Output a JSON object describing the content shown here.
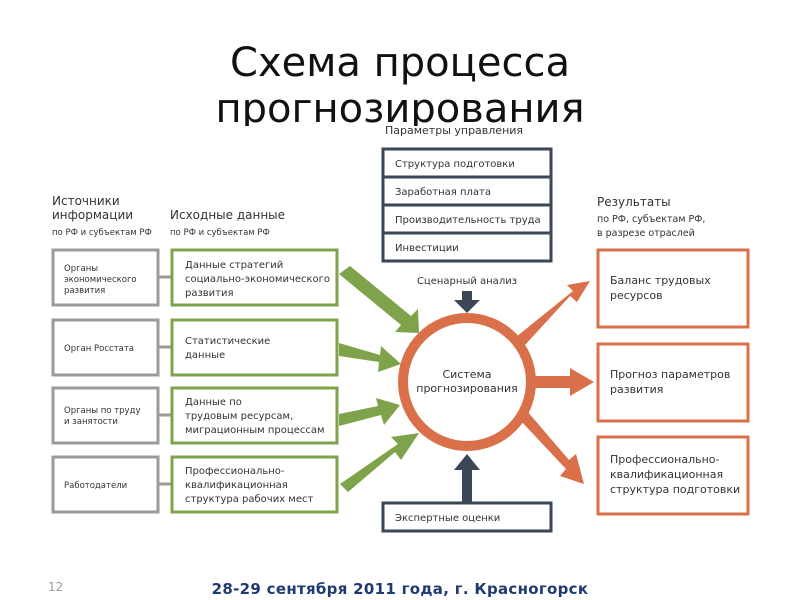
{
  "title": {
    "line1": "Схема процесса",
    "line2": "прогнозирования"
  },
  "sources": {
    "heading1": "Источники",
    "heading2": "информации",
    "sub": "по РФ и субъектам РФ",
    "items": [
      [
        "Органы",
        "экономического",
        "развития"
      ],
      [
        "Орган Росстата"
      ],
      [
        "Органы по труду",
        "и занятости"
      ],
      [
        "Работодатели"
      ]
    ]
  },
  "inputs": {
    "heading": "Исходные данные",
    "sub": "по РФ и субъектам РФ",
    "items": [
      [
        "Данные стратегий",
        "социально-экономического",
        "развития"
      ],
      [
        "Статистические",
        "данные"
      ],
      [
        "Данные по",
        "трудовым ресурсам,",
        "миграционным процессам"
      ],
      [
        "Профессионально-",
        "квалификационная",
        "структура рабочих мест"
      ]
    ]
  },
  "params": {
    "heading": "Параметры управления",
    "items": [
      "Структура подготовки",
      "Заработная плата",
      "Производительность труда",
      "Инвестиции"
    ],
    "scenario": "Сценарный анализ"
  },
  "center": {
    "line1": "Система",
    "line2": "прогнозирования"
  },
  "expert": "Экспертные оценки",
  "results": {
    "heading": "Результаты",
    "sub1": "по РФ, субъектам РФ,",
    "sub2": "в разрезе отраслей",
    "items": [
      [
        "Баланс трудовых",
        "ресурсов"
      ],
      [
        "Прогноз параметров",
        "развития"
      ],
      [
        "Профессионально-",
        "квалификационная",
        "структура подготовки"
      ]
    ]
  },
  "footer": {
    "page_number": "12",
    "text": "28-29 сентября 2011 года, г. Красногорск"
  },
  "colors": {
    "gray": "#9b9b9b",
    "green": "#7fa34a",
    "navy": "#3b4656",
    "orange": "#d9704a",
    "footer_blue": "#1f3a70"
  }
}
